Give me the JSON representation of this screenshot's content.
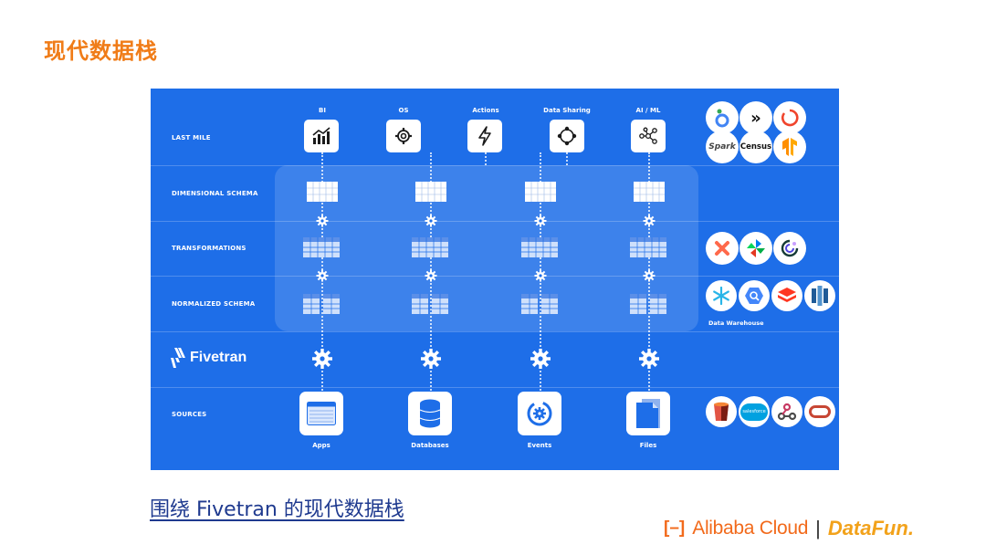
{
  "slide": {
    "title": "现代数据栈",
    "caption": "围绕 Fivetran 的现代数据栈"
  },
  "diagram": {
    "rows": [
      "LAST MILE",
      "DIMENSIONAL SCHEMA",
      "TRANSFORMATIONS",
      "NORMALIZED SCHEMA",
      "SOURCES"
    ],
    "columns": [
      "BI",
      "OS",
      "Actions",
      "Data Sharing",
      "AI / ML"
    ],
    "column_icons": [
      "bar-chart-icon",
      "gear-icon",
      "lightning-icon",
      "share-node-icon",
      "network-icon"
    ],
    "fivetran_label": "Fivetran",
    "sources": [
      "Apps",
      "Databases",
      "Events",
      "Files"
    ],
    "source_icons": [
      "app-window-icon",
      "database-icon",
      "events-gear-icon",
      "file-icon"
    ],
    "last_mile_logos": [
      "Looker",
      "»",
      "Hex",
      "Spark",
      "Census",
      "TensorFlow"
    ],
    "last_mile_text": {
      "spark": "Spark",
      "census": "Census",
      "arrows": "»"
    },
    "transform_logos": [
      "dbt",
      "Airflow",
      "Dagster"
    ],
    "warehouse_logos": [
      "Snowflake",
      "BigQuery",
      "Databricks",
      "Redshift"
    ],
    "warehouse_label": "Data Warehouse",
    "source_logos": [
      "AWS S3",
      "Salesforce",
      "Webhooks",
      "Oracle"
    ],
    "source_logo_text": {
      "salesforce": "salesforce"
    }
  },
  "brand": {
    "alibaba_mark": "[–]",
    "alibaba": "Alibaba Cloud",
    "divider": "|",
    "datafun": "DataFun."
  },
  "colors": {
    "title": "#f07c18",
    "diagram_bg": "#1e6ee8",
    "caption": "#1f3a8f",
    "alibaba": "#f26a1b",
    "datafun": "#f2a21b"
  }
}
